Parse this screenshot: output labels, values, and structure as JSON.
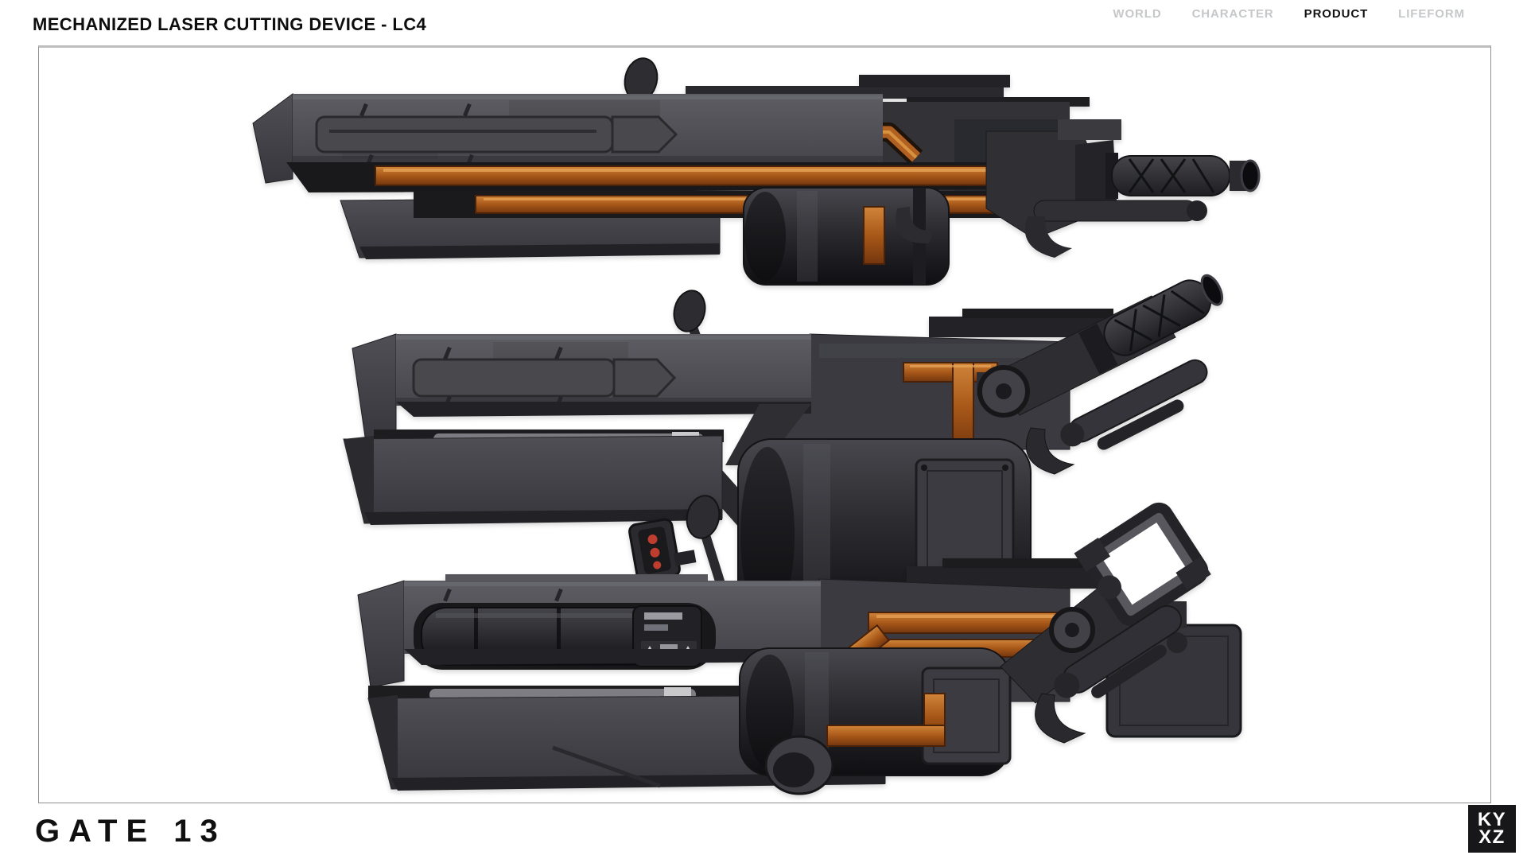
{
  "header": {
    "title": "MECHANIZED LASER CUTTING DEVICE - LC4"
  },
  "nav": {
    "items": [
      {
        "label": "WORLD",
        "active": false
      },
      {
        "label": "CHARACTER",
        "active": false
      },
      {
        "label": "PRODUCT",
        "active": true
      },
      {
        "label": "LIFEFORM",
        "active": false
      }
    ]
  },
  "footer": {
    "gate_label": "GATE 13",
    "logo_line1": "KY",
    "logo_line2": "XZ"
  },
  "artwork": {
    "variant_count": 3,
    "colors": {
      "body_gray": "#4a4a50",
      "dark_gray": "#232327",
      "accent_orange": "#a85818",
      "signal_red": "#bf3d2f",
      "background": "#ffffff"
    }
  }
}
